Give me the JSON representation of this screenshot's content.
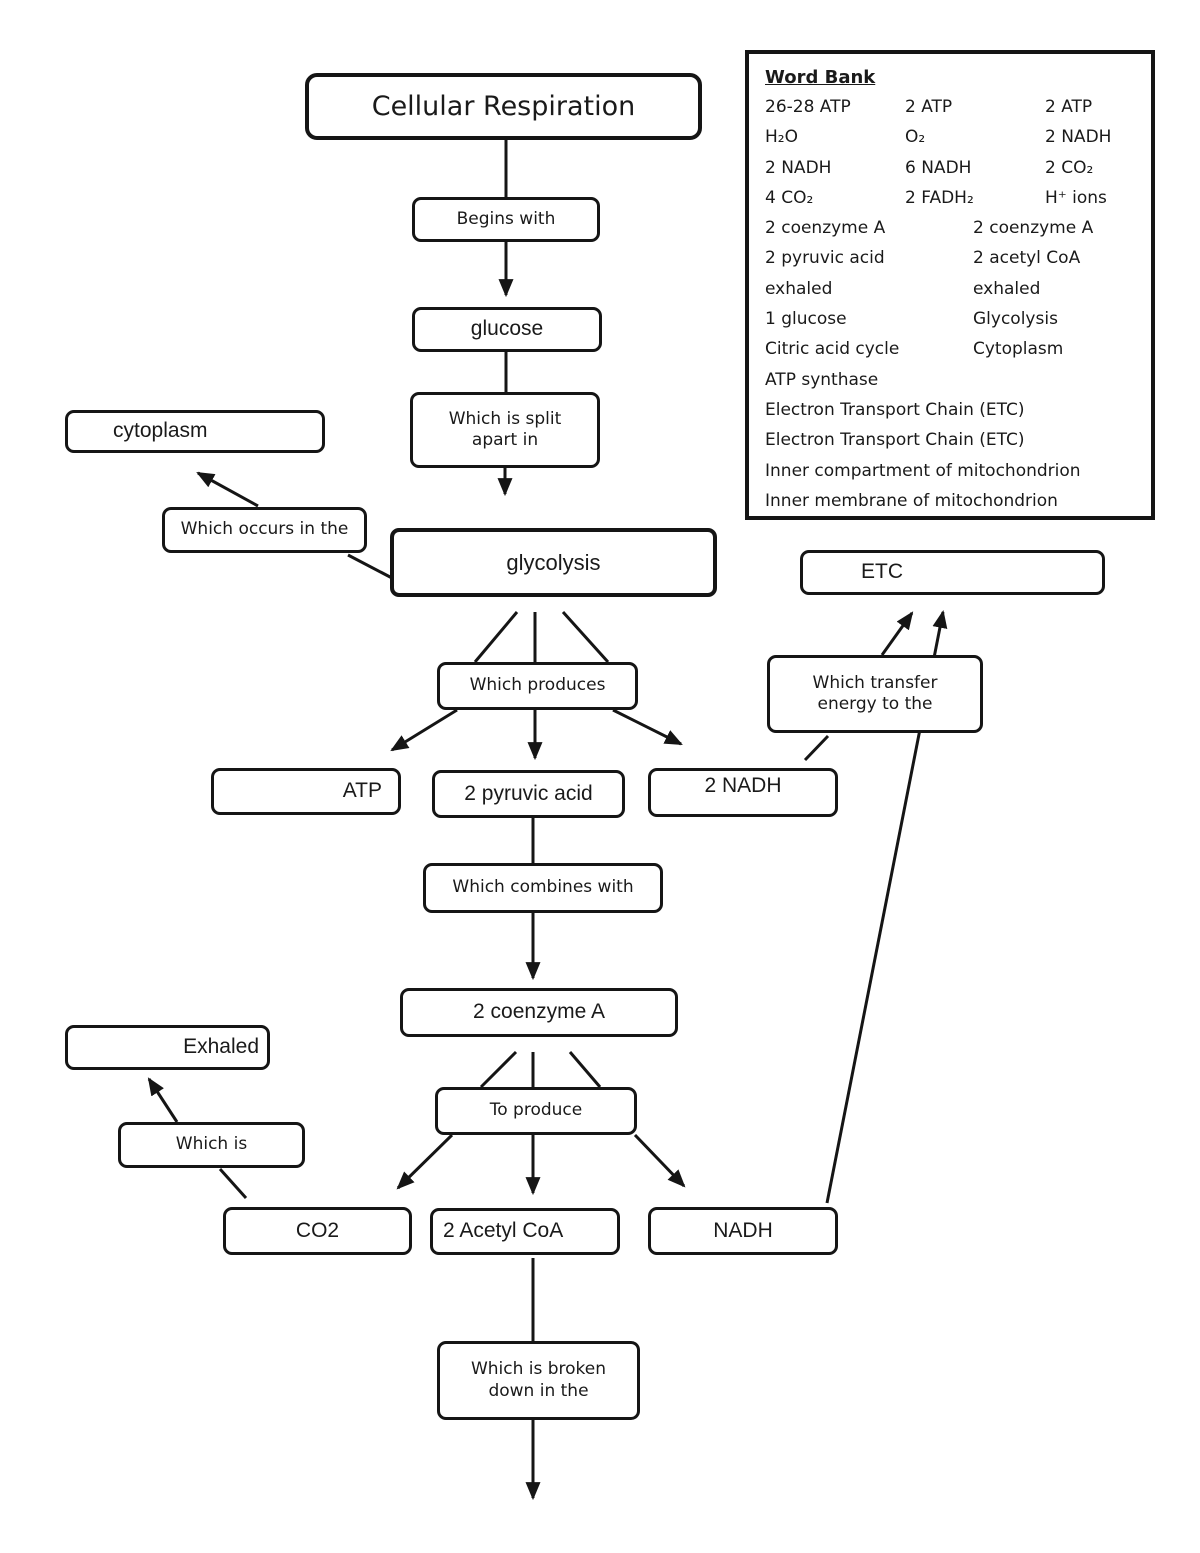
{
  "title": "Cellular Respiration",
  "nodes": {
    "begins_with": "Begins with",
    "glucose": "glucose",
    "which_split_1": "Which is split",
    "which_split_2": "apart in",
    "cytoplasm": "cytoplasm",
    "which_occurs": "Which occurs in the",
    "glycolysis": "glycolysis",
    "etc": "ETC",
    "which_produces": "Which produces",
    "which_transfer_1": "Which transfer",
    "which_transfer_2": "energy to the",
    "atp": "ATP",
    "pyruvic_acid": "2 pyruvic acid",
    "nadh_2": "2 NADH",
    "which_combines": "Which combines with",
    "coenzyme_a": "2 coenzyme A",
    "exhaled": "Exhaled",
    "to_produce": "To produce",
    "which_is": "Which is",
    "co2": "CO2",
    "acetyl_coa": "2 Acetyl CoA",
    "nadh": "NADH",
    "which_broken_1": "Which is broken",
    "which_broken_2": "down in the"
  },
  "word_bank": {
    "title": "Word Bank",
    "grid3": [
      [
        "26-28 ATP",
        "2 ATP",
        "2 ATP"
      ],
      [
        "H₂O",
        "O₂",
        "2 NADH"
      ],
      [
        "2 NADH",
        "6 NADH",
        "2 CO₂"
      ],
      [
        "4 CO₂",
        "2 FADH₂",
        "H⁺ ions"
      ]
    ],
    "grid2": [
      [
        "2 coenzyme A",
        "2 coenzyme A"
      ],
      [
        "2 pyruvic acid",
        "2 acetyl CoA"
      ],
      [
        "exhaled",
        "exhaled"
      ],
      [
        "1 glucose",
        "Glycolysis"
      ],
      [
        "Citric acid cycle",
        "Cytoplasm"
      ]
    ],
    "full": [
      "ATP synthase",
      "Electron Transport Chain (ETC)",
      "Electron Transport Chain (ETC)",
      "Inner compartment of mitochondrion",
      "Inner membrane of mitochondrion"
    ]
  },
  "colors": {
    "ink": "#151515",
    "background": "#ffffff"
  }
}
